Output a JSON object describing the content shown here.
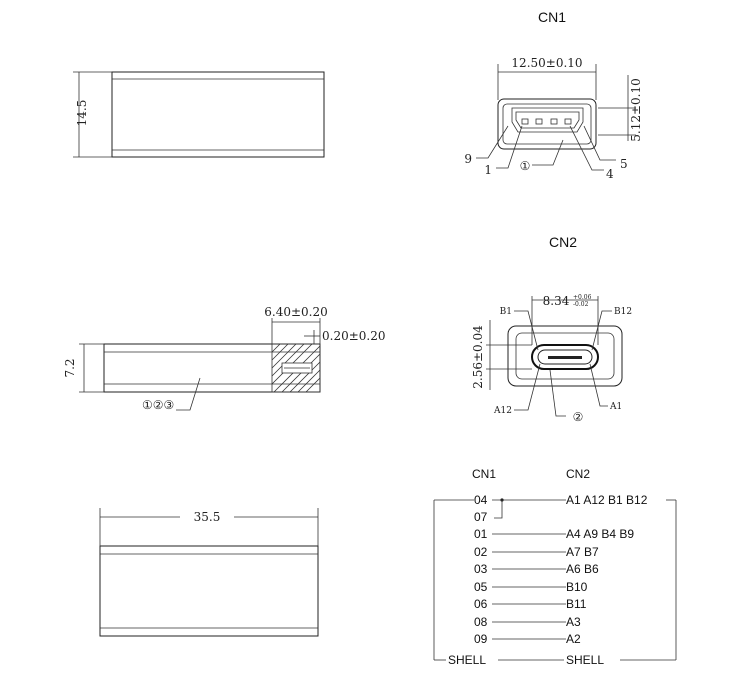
{
  "views": {
    "side_height": "14.5",
    "top_height": "7.2",
    "top_dim_a": "6.40±0.20",
    "top_dim_b": "0.20±0.20",
    "top_callout": "①②③",
    "bottom_length": "35.5"
  },
  "cn1": {
    "title": "CN1",
    "width_dim": "12.50±0.10",
    "height_dim": "5.12±0.10",
    "pin_left_outer": "9",
    "pin_left_inner": "1",
    "pin_right_inner": "4",
    "pin_right_outer": "5",
    "callout": "①"
  },
  "cn2": {
    "title": "CN2",
    "width_dim": "8.34",
    "width_tol_plus": "+0.06",
    "width_tol_minus": "-0.02",
    "height_dim": "2.56±0.04",
    "pin_b1": "B1",
    "pin_b12": "B12",
    "pin_a12": "A12",
    "pin_a1": "A1",
    "callout": "②"
  },
  "wiring": {
    "header_left": "CN1",
    "header_right": "CN2",
    "rows": [
      {
        "left": "04",
        "right": "A1 A12 B1 B12"
      },
      {
        "left": "07",
        "right": ""
      },
      {
        "left": "01",
        "right": "A4 A9 B4 B9"
      },
      {
        "left": "02",
        "right": "A7 B7"
      },
      {
        "left": "03",
        "right": "A6 B6"
      },
      {
        "left": "05",
        "right": "B10"
      },
      {
        "left": "06",
        "right": "B11"
      },
      {
        "left": "08",
        "right": "A3"
      },
      {
        "left": "09",
        "right": "A2"
      }
    ],
    "shell_left": "SHELL",
    "shell_right": "SHELL"
  }
}
